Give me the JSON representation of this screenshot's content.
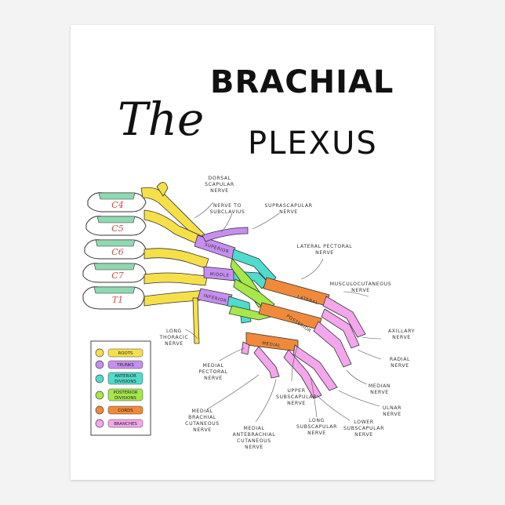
{
  "title": {
    "word1": "The",
    "word2": "BRACHIAL",
    "word3": "PLEXUS"
  },
  "vertebrae": [
    "C4",
    "C5",
    "C6",
    "C7",
    "T1"
  ],
  "trunks": [
    "SUPERIOR",
    "MIDDLE",
    "INFERIOR"
  ],
  "cords": [
    "LATERAL",
    "POSTERIOR",
    "MEDIAL"
  ],
  "nerve_labels": {
    "dorsal_scapular": [
      "DORSAL",
      "SCAPULAR",
      "NERVE"
    ],
    "nerve_to_subclavius": [
      "NERVE TO",
      "SUBCLAVIUS"
    ],
    "suprascapular": [
      "SUPRASCAPULAR",
      "NERVE"
    ],
    "lateral_pectoral": [
      "LATERAL PECTORAL",
      "NERVE"
    ],
    "musculocutaneous": [
      "MUSCULOCUTANEOUS",
      "NERVE"
    ],
    "long_thoracic": [
      "LONG",
      "THORACIC",
      "NERVE"
    ],
    "axillary": [
      "AXILLARY",
      "NERVE"
    ],
    "radial": [
      "RADIAL",
      "NERVE"
    ],
    "medial_pectoral": [
      "MEDIAL",
      "PECTORAL",
      "NERVE"
    ],
    "median": [
      "MEDIAN",
      "NERVE"
    ],
    "upper_subscapular": [
      "UPPER",
      "SUBSCAPULAR",
      "NERVE"
    ],
    "ulnar": [
      "ULNAR",
      "NERVE"
    ],
    "medial_brachial_cutaneous": [
      "MEDIAL",
      "BRACHIAL",
      "CUTANEOUS",
      "NERVE"
    ],
    "long_subscapular": [
      "LONG",
      "SUBSCAPULAR",
      "NERVE"
    ],
    "lower_subscapular": [
      "LOWER",
      "SUBSCAPULAR",
      "NERVE"
    ],
    "medial_antebrachial_cutaneous": [
      "MEDIAL",
      "ANTEBRACHIAL",
      "CUTANEOUS",
      "NERVE"
    ]
  },
  "legend": [
    {
      "label": "ROOTS",
      "color": "#f5e04a"
    },
    {
      "label": "TRUNKS",
      "color": "#c68ef0"
    },
    {
      "label": "ANTERIOR DIVISIONS",
      "line1": "ANTERIOR",
      "line2": "DIVISIONS",
      "color": "#4fdccc"
    },
    {
      "label": "POSTERIOR DIVISIONS",
      "line1": "POSTERIOR",
      "line2": "DIVISIONS",
      "color": "#a6e84a"
    },
    {
      "label": "CORDS",
      "color": "#f08a3a"
    },
    {
      "label": "BRANCHES",
      "color": "#f4a6ec"
    }
  ],
  "colors": {
    "roots": "#f5e04a",
    "trunks": "#c68ef0",
    "anterior": "#4fdccc",
    "posterior": "#a6e84a",
    "cords": "#f08a3a",
    "branches": "#f4a6ec",
    "vertebra_band": "#8fd9b0",
    "vertebra_label": "#d24a4a"
  }
}
